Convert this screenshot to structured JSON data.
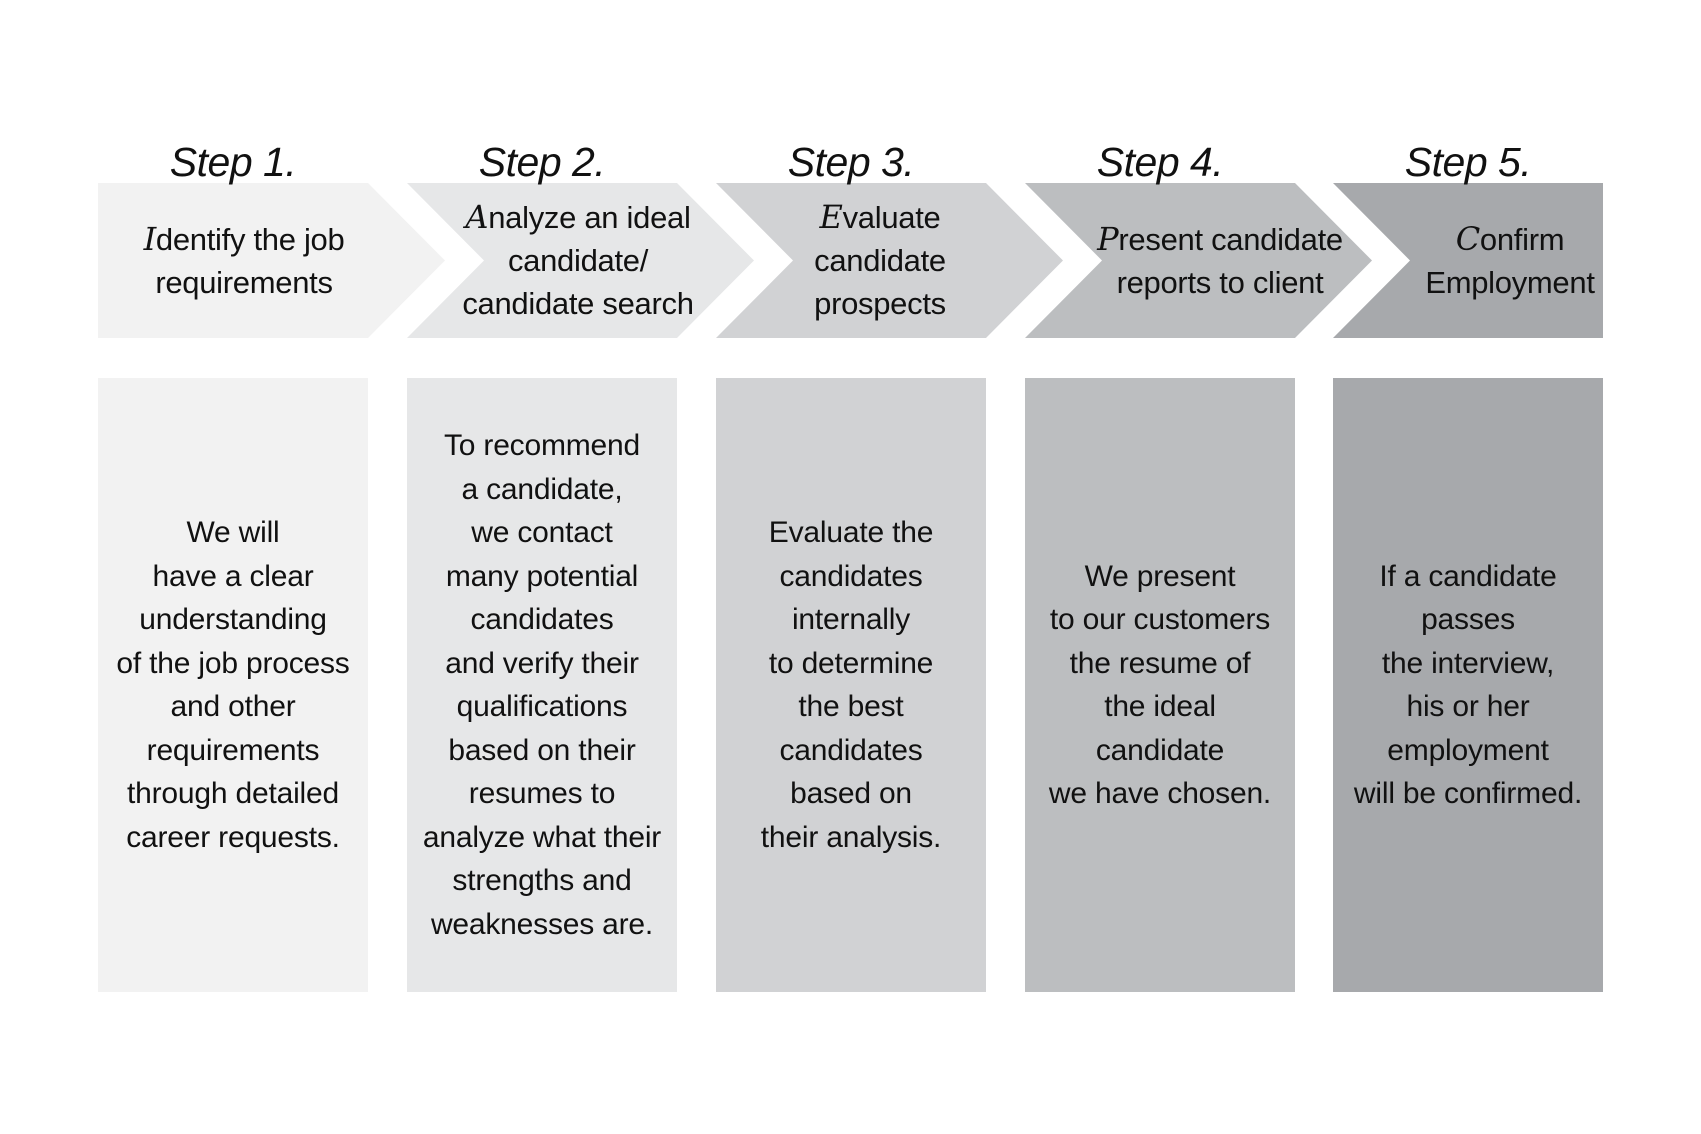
{
  "diagram": {
    "type": "process-flow",
    "colors": {
      "step_1": "#f2f2f2",
      "step_2": "#e6e7e8",
      "step_3": "#d1d2d4",
      "step_4": "#bcbec0",
      "step_5": "#a7a9ac",
      "text": "#111111",
      "background": "#ffffff"
    },
    "steps": [
      {
        "label": "Step 1.",
        "title_initial": "I",
        "title_rest": "dentify the job\nrequirements",
        "title_full": "Identify the job requirements",
        "description": "We will\nhave a clear\nunderstanding\nof the job process\nand other\nrequirements\nthrough detailed\ncareer requests."
      },
      {
        "label": "Step 2.",
        "title_initial": "A",
        "title_rest": "nalyze an ideal\ncandidate/\ncandidate search",
        "title_full": "Analyze an ideal candidate/ candidate search",
        "description": "To recommend\na candidate,\nwe contact\nmany potential\ncandidates\nand verify their\nqualifications\nbased on their\nresumes to\nanalyze what their\nstrengths and\nweaknesses are."
      },
      {
        "label": "Step 3.",
        "title_initial": "E",
        "title_rest": "valuate\ncandidate\nprospects",
        "title_full": "Evaluate candidate prospects",
        "description": "Evaluate the\ncandidates\ninternally\nto determine\nthe best\ncandidates\nbased on\ntheir analysis."
      },
      {
        "label": "Step 4.",
        "title_initial": "P",
        "title_rest": "resent candidate\nreports to client",
        "title_full": "Present candidate reports to client",
        "description": "We present\nto our customers\nthe resume of\nthe ideal\ncandidate\nwe have chosen."
      },
      {
        "label": "Step 5.",
        "title_initial": "C",
        "title_rest": "onfirm\nEmployment",
        "title_full": "Confirm Employment",
        "description": "If a candidate\npasses\nthe interview,\nhis or her\nemployment\nwill be confirmed."
      }
    ]
  }
}
